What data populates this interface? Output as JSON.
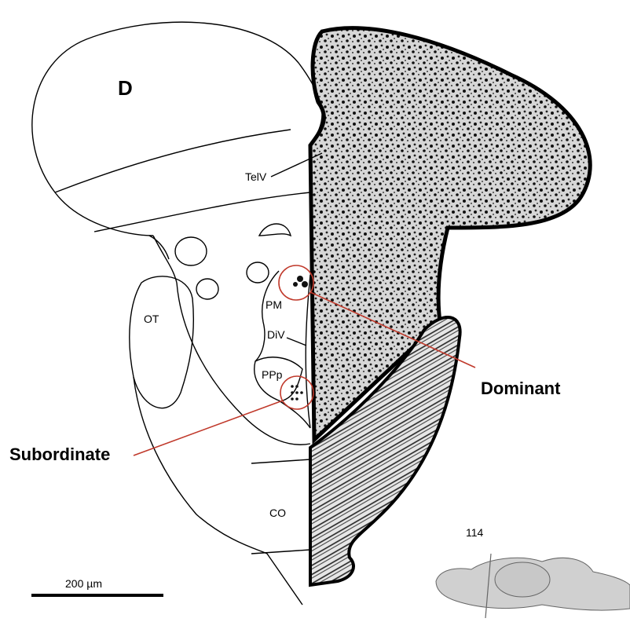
{
  "labels": {
    "D": "D",
    "TelV": "TelV",
    "OT": "OT",
    "PM": "PM",
    "DiV": "DiV",
    "PPp": "PPp",
    "CO": "CO"
  },
  "callouts": {
    "dominant": "Dominant",
    "subordinate": "Subordinate"
  },
  "scale_bar": {
    "label": "200 µm"
  },
  "section_number": "114",
  "colors": {
    "callout_line": "#c0392b",
    "outline": "#000000",
    "tissue_dark": "#111111",
    "tissue_light": "#d9d9d9"
  }
}
